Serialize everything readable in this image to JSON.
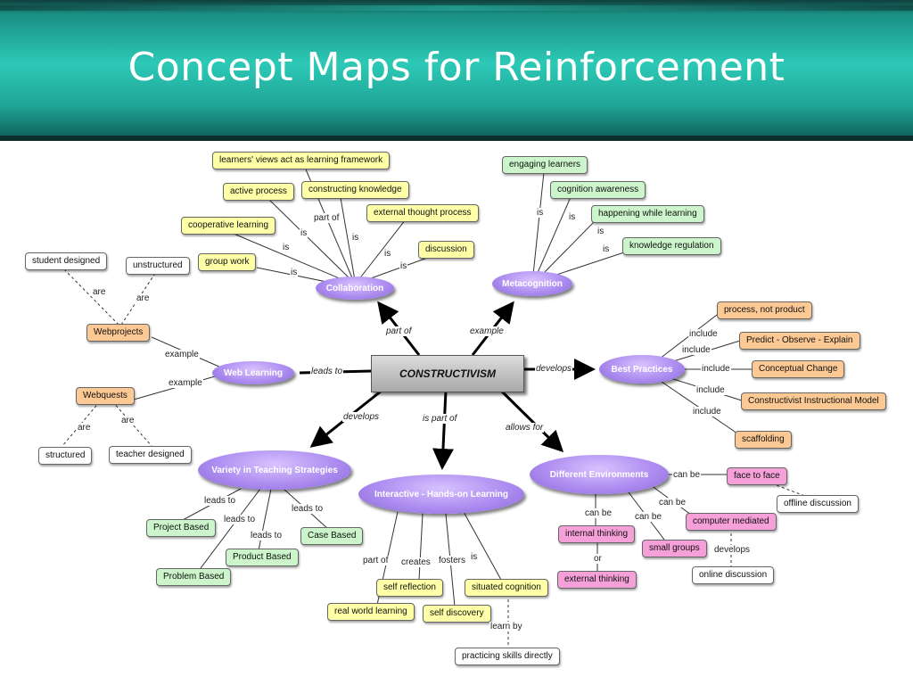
{
  "title": "Concept Maps for Reinforcement",
  "center": "CONSTRUCTIVISM",
  "ovals": {
    "collaboration": "Collaboration",
    "metacognition": "Metacognition",
    "web_learning": "Web Learning",
    "best_practices": "Best Practices",
    "variety": "Variety in Teaching Strategies",
    "interactive": "Interactive - Hands-on Learning",
    "environments": "Different Environments"
  },
  "boxes": {
    "learners_views": "learners' views act as learning framework",
    "active_process": "active process",
    "constructing_knowledge": "constructing knowledge",
    "cooperative_learning": "cooperative learning",
    "external_thought": "external thought process",
    "group_work": "group work",
    "discussion": "discussion",
    "engaging_learners": "engaging learners",
    "cognition_awareness": "cognition awareness",
    "happening_while": "happening while learning",
    "knowledge_regulation": "knowledge regulation",
    "student_designed": "student designed",
    "unstructured": "unstructured",
    "webprojects": "Webprojects",
    "webquests": "Webquests",
    "structured": "structured",
    "teacher_designed": "teacher designed",
    "process_not_product": "process, not product",
    "predict": "Predict - Observe - Explain",
    "conceptual_change": "Conceptual Change",
    "constructivist_model": "Constructivist Instructional Model",
    "scaffolding": "scaffolding",
    "project_based": "Project Based",
    "case_based": "Case Based",
    "product_based": "Product Based",
    "problem_based": "Problem Based",
    "self_reflection": "self reflection",
    "situated_cognition": "situated cognition",
    "real_world": "real world learning",
    "self_discovery": "self discovery",
    "practicing_skills": "practicing skills directly",
    "face_to_face": "face to face",
    "offline_discussion": "offline discussion",
    "computer_mediated": "computer mediated",
    "internal_thinking": "internal thinking",
    "small_groups": "small groups",
    "external_thinking": "external thinking",
    "online_discussion": "online discussion"
  },
  "links": {
    "is": "is",
    "part_of": "part of",
    "are": "are",
    "example": "example",
    "leads_to": "leads to",
    "develops": "develops",
    "include": "include",
    "is_part_of": "is part of",
    "allows_for": "allows for",
    "creates": "creates",
    "fosters": "fosters",
    "learn_by": "learn by",
    "can_be": "can be",
    "or": "or"
  }
}
